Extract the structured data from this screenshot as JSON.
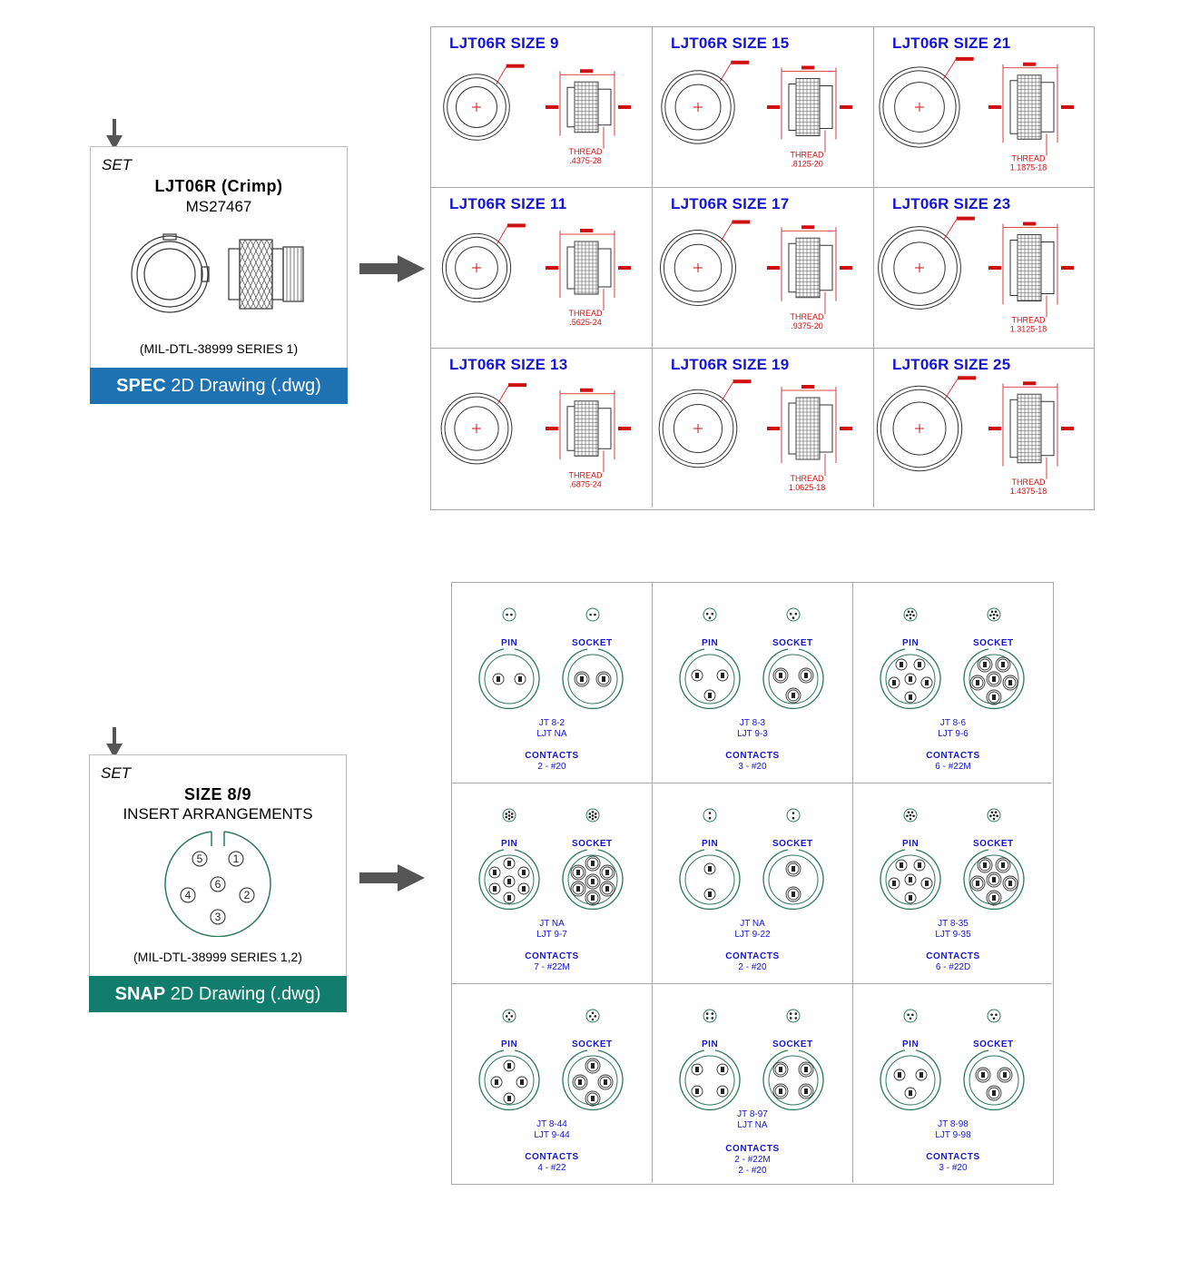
{
  "spec_card": {
    "set_label": "SET",
    "title": "LJT06R (Crimp)",
    "part": "MS27467",
    "standard": "(MIL-DTL-38999 SERIES 1)",
    "banner_bold": "SPEC",
    "banner_text": " 2D Drawing (.dwg)",
    "banner_color": "#1f72b1"
  },
  "snap_card": {
    "set_label": "SET",
    "title": "SIZE 8/9",
    "subtitle": "INSERT ARRANGEMENTS",
    "standard": "(MIL-DTL-38999 SERIES 1,2)",
    "banner_bold": "SNAP",
    "banner_text": " 2D Drawing (.dwg)",
    "banner_color": "#117d6d",
    "pin_numbers": [
      "5",
      "1",
      "4",
      "6",
      "2",
      "3"
    ]
  },
  "spec_grid": {
    "cells": [
      {
        "title": "LJT06R SIZE 9",
        "thread_label": "THREAD",
        "thread": ".4375-28"
      },
      {
        "title": "LJT06R SIZE 15",
        "thread_label": "THREAD",
        "thread": ".8125-20"
      },
      {
        "title": "LJT06R SIZE 21",
        "thread_label": "THREAD",
        "thread": "1.1875-18"
      },
      {
        "title": "LJT06R SIZE 11",
        "thread_label": "THREAD",
        "thread": ".5625-24"
      },
      {
        "title": "LJT06R SIZE 17",
        "thread_label": "THREAD",
        "thread": ".9375-20"
      },
      {
        "title": "LJT06R SIZE 23",
        "thread_label": "THREAD",
        "thread": "1.3125-18"
      },
      {
        "title": "LJT06R SIZE 13",
        "thread_label": "THREAD",
        "thread": ".6875-24"
      },
      {
        "title": "LJT06R SIZE 19",
        "thread_label": "THREAD",
        "thread": "1.0625-18"
      },
      {
        "title": "LJT06R SIZE 25",
        "thread_label": "THREAD",
        "thread": "1.4375-18"
      }
    ]
  },
  "snap_grid": {
    "pin_label": "PIN",
    "socket_label": "SOCKET",
    "contacts_label": "CONTACTS",
    "cells": [
      {
        "jt": "JT  8-2",
        "ljt": "LJT  NA",
        "contacts": [
          "2 - #20"
        ]
      },
      {
        "jt": "JT  8-3",
        "ljt": "LJT  9-3",
        "contacts": [
          "3 - #20"
        ]
      },
      {
        "jt": "JT  8-6",
        "ljt": "LJT  9-6",
        "contacts": [
          "6 - #22M"
        ]
      },
      {
        "jt": "JT  NA",
        "ljt": "LJT  9-7",
        "contacts": [
          "7 - #22M"
        ]
      },
      {
        "jt": "JT  NA",
        "ljt": "LJT  9-22",
        "contacts": [
          "2 - #20"
        ]
      },
      {
        "jt": "JT  8-35",
        "ljt": "LJT  9-35",
        "contacts": [
          "6 - #22D"
        ]
      },
      {
        "jt": "JT  8-44",
        "ljt": "LJT  9-44",
        "contacts": [
          "4 - #22"
        ]
      },
      {
        "jt": "JT  8-97",
        "ljt": "LJT  NA",
        "contacts": [
          "2 - #22M",
          "2 - #20"
        ]
      },
      {
        "jt": "JT  8-98",
        "ljt": "LJT  9-98",
        "contacts": [
          "3 - #20"
        ]
      }
    ]
  }
}
